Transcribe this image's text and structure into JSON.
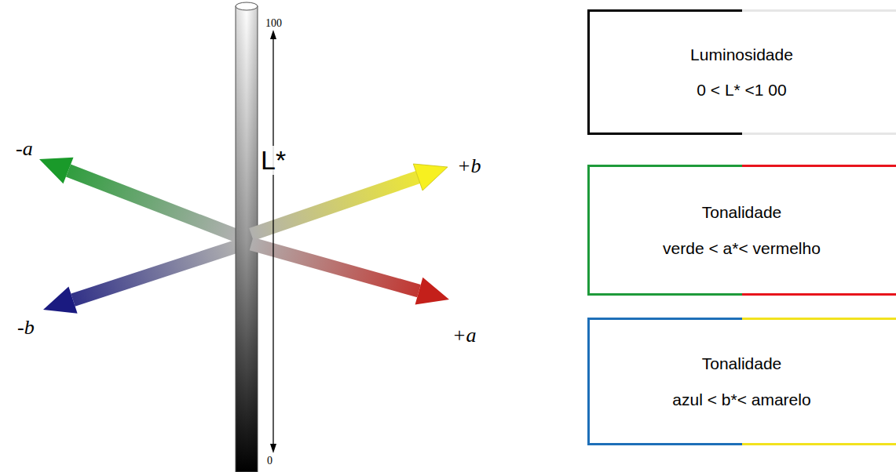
{
  "diagram": {
    "nodes": [
      {
        "text": [
          "Luminosidade",
          "0 < L* <1 00"
        ]
      },
      {
        "text": [
          "Tonalidade",
          "verde < a*< vermelho"
        ]
      },
      {
        "text": [
          "Tonalidade",
          "azul < b*< amarelo"
        ]
      }
    ],
    "labels": [
      "100",
      "L*",
      "0",
      "-a",
      "+b",
      "-b",
      "+a"
    ]
  }
}
